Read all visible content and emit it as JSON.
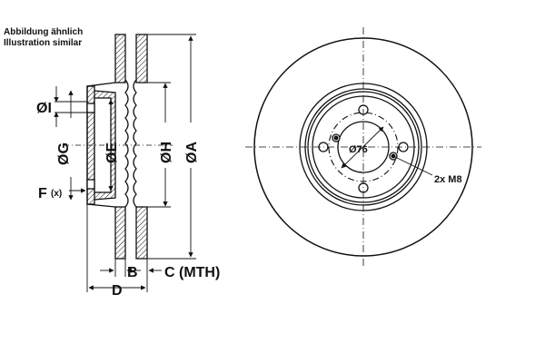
{
  "note": {
    "line1": "Abbildung ähnlich",
    "line2": "Illustration similar"
  },
  "labels": {
    "I": "ØI",
    "G": "ØG",
    "E": "ØE",
    "H": "ØH",
    "A": "ØA",
    "F": "F",
    "F_sub": "(x)",
    "B": "B",
    "C": "C (MTH)",
    "D": "D",
    "centre_bore": "Ø76",
    "bolt_holes": "2x M8"
  },
  "colors": {
    "line": "#111111",
    "hatch": "#111111",
    "background": "#ffffff"
  }
}
